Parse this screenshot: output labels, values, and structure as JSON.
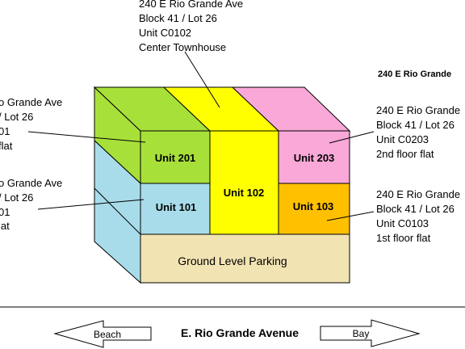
{
  "colors": {
    "green": "#a8e03a",
    "yellow": "#ffff00",
    "pink": "#f9a8d8",
    "blue": "#a8dcea",
    "orange": "#ffc000",
    "parking": "#f2e3b3",
    "outline": "#000000",
    "road_line": "#555555"
  },
  "callouts": {
    "top_center": [
      "240 E Rio Grande Ave",
      "Block 41 / Lot 26",
      "Unit C0102",
      "Center Townhouse"
    ],
    "top_right_title": "240 E Rio Grande",
    "left_upper": [
      "o Grande Ave",
      "/ Lot 26",
      "01",
      "flat"
    ],
    "left_lower": [
      "o Grande Ave",
      "/ Lot 26",
      "01",
      "lat"
    ],
    "right_upper": [
      "240 E Rio Grande",
      "Block 41 / Lot 26",
      "Unit C0203",
      "2nd floor flat"
    ],
    "right_lower": [
      "240 E Rio Grande",
      "Block 41 / Lot 26",
      "Unit C0103",
      "1st floor flat"
    ]
  },
  "units": {
    "u201": "Unit 201",
    "u101": "Unit 101",
    "u102": "Unit 102",
    "u203": "Unit 203",
    "u103": "Unit 103",
    "parking": "Ground Level Parking"
  },
  "street": {
    "name": "E. Rio Grande Avenue",
    "left_arrow": "Beach",
    "right_arrow": "Bay"
  }
}
